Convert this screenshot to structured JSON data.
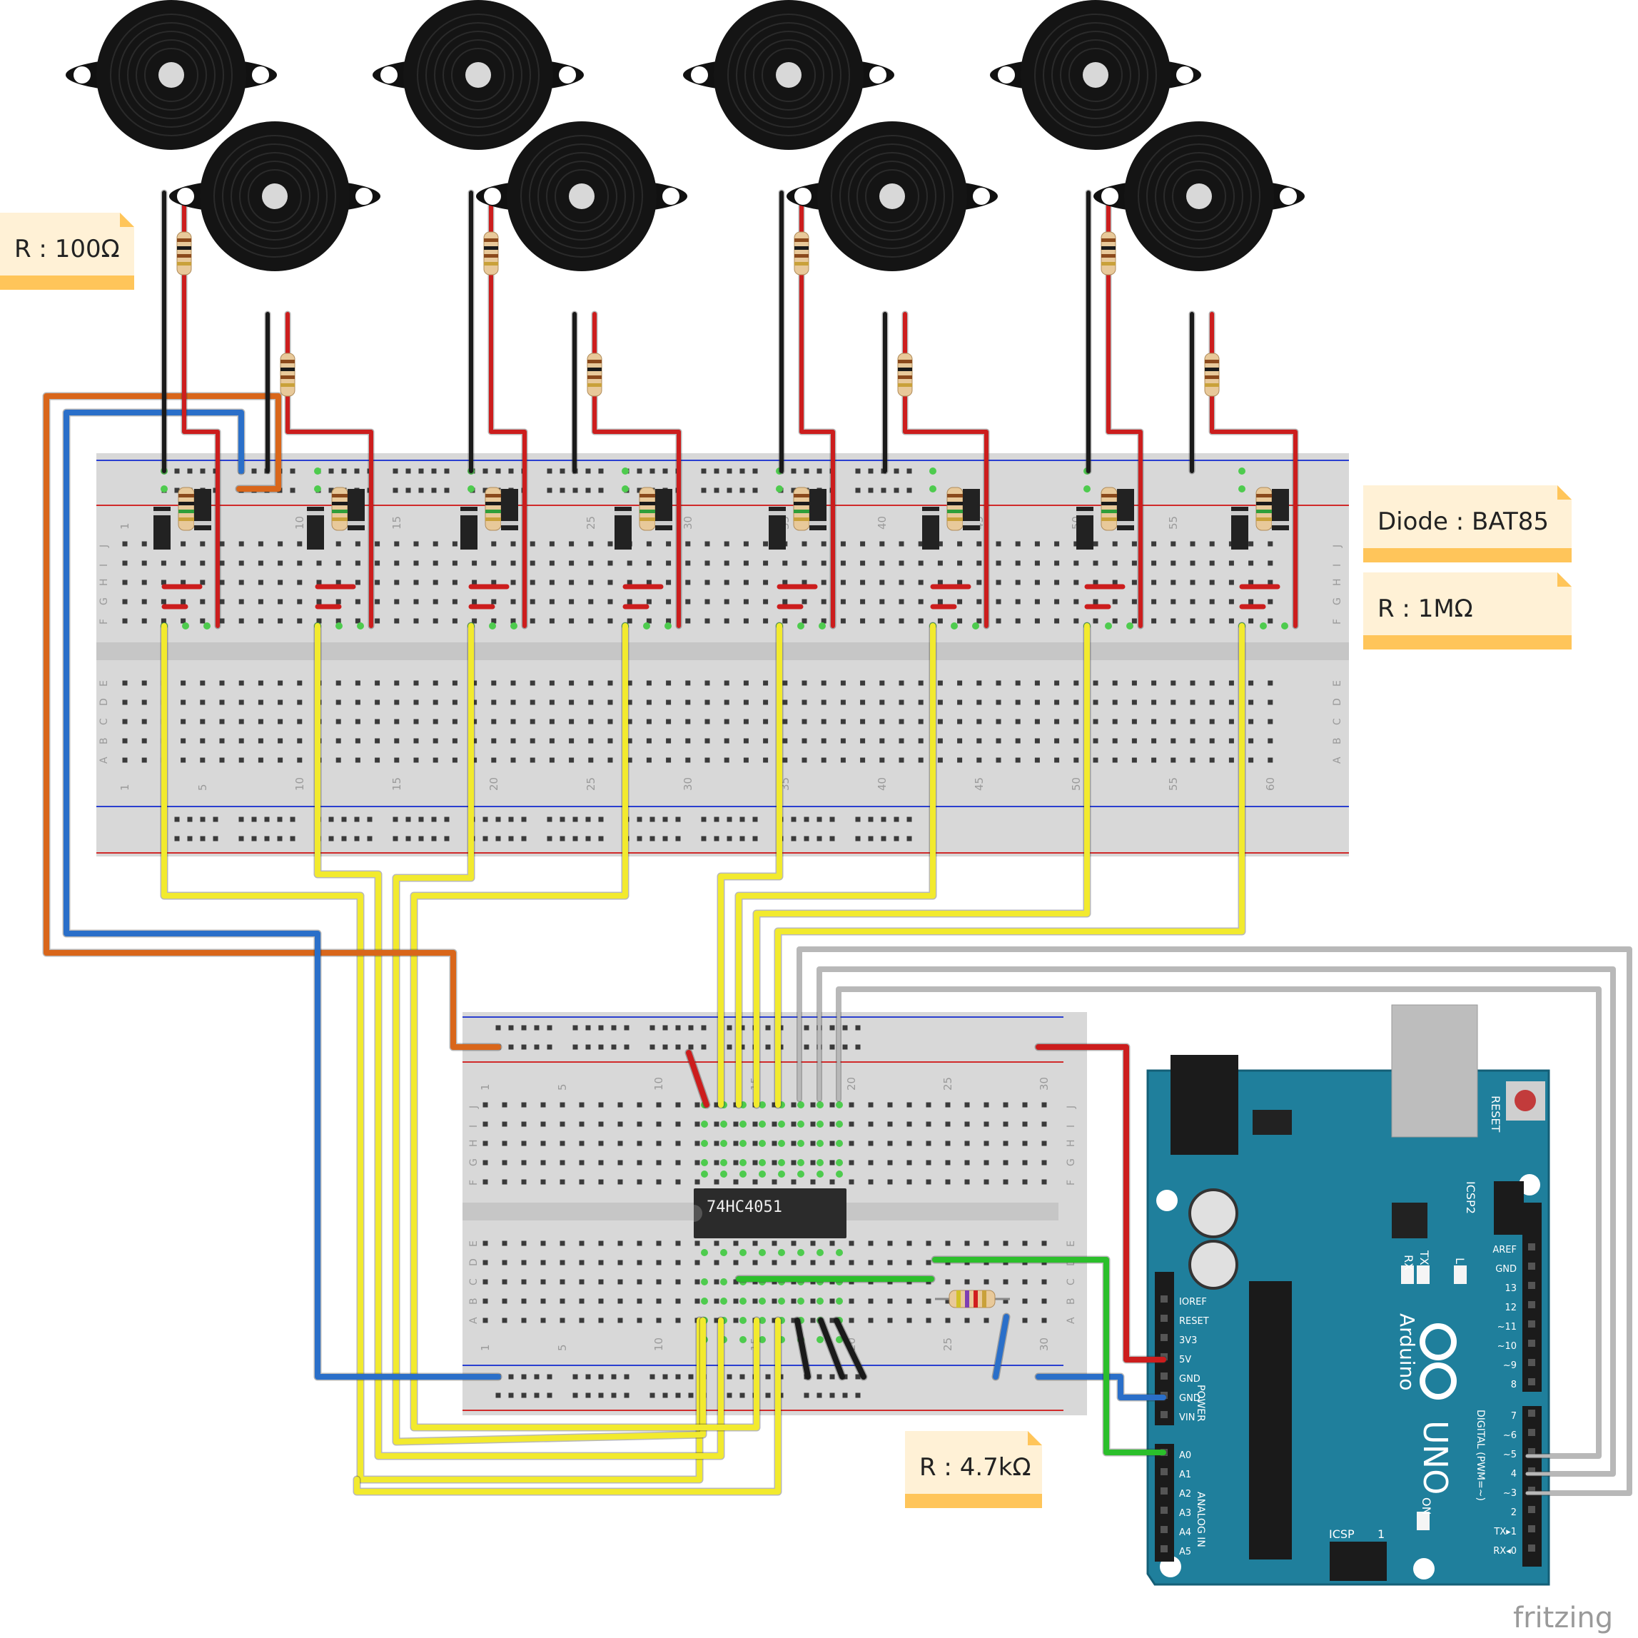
{
  "notes": {
    "r100": "R : 100Ω",
    "diode": "Diode : BAT85",
    "r1m": "R : 1MΩ",
    "r47k": "R : 4.7kΩ"
  },
  "chip_label": "74HC4051",
  "row_letters_top": [
    "J",
    "I",
    "H",
    "G",
    "F"
  ],
  "row_letters_bottom": [
    "E",
    "D",
    "C",
    "B",
    "A"
  ],
  "col_numbers_big": [
    "1",
    "5",
    "10",
    "15",
    "20",
    "25",
    "30",
    "35",
    "40",
    "45",
    "50",
    "55",
    "60"
  ],
  "col_numbers_small": [
    "1",
    "5",
    "10",
    "15",
    "20",
    "25",
    "30"
  ],
  "arduino": {
    "brand": "Arduino",
    "model": "UNO",
    "reset": "RESET",
    "icsp2": "ICSP2",
    "icsp": "ICSP",
    "icsp_pin": "1",
    "on": "ON",
    "tx": "TX",
    "rx": "RX",
    "l": "L",
    "power": "POWER",
    "analog_in": "ANALOG IN",
    "digital": "DIGITAL (PWM=~)",
    "power_pins": [
      "IOREF",
      "RESET",
      "3V3",
      "5V",
      "GND",
      "GND",
      "VIN"
    ],
    "analog_pins": [
      "A0",
      "A1",
      "A2",
      "A3",
      "A4",
      "A5"
    ],
    "digital_top": [
      "AREF",
      "GND",
      "13",
      "12",
      "~11",
      "~10",
      "~9",
      "8"
    ],
    "digital_bottom": [
      "7",
      "~6",
      "~5",
      "4",
      "~3",
      "2",
      "TX▸1",
      "RX◂0"
    ]
  },
  "watermark": "fritzing",
  "colors": {
    "wire_yellow": "#f2ea2e",
    "wire_red": "#cc1d1d",
    "wire_black": "#1a1a1a",
    "wire_orange": "#d9661a",
    "wire_blue": "#2a6fc9",
    "wire_green": "#2bbf2b",
    "wire_gray": "#b8b8b8",
    "arduino_blue": "#1f7f9c",
    "note_bg": "#fff1d6",
    "note_band": "#ffc55a"
  }
}
